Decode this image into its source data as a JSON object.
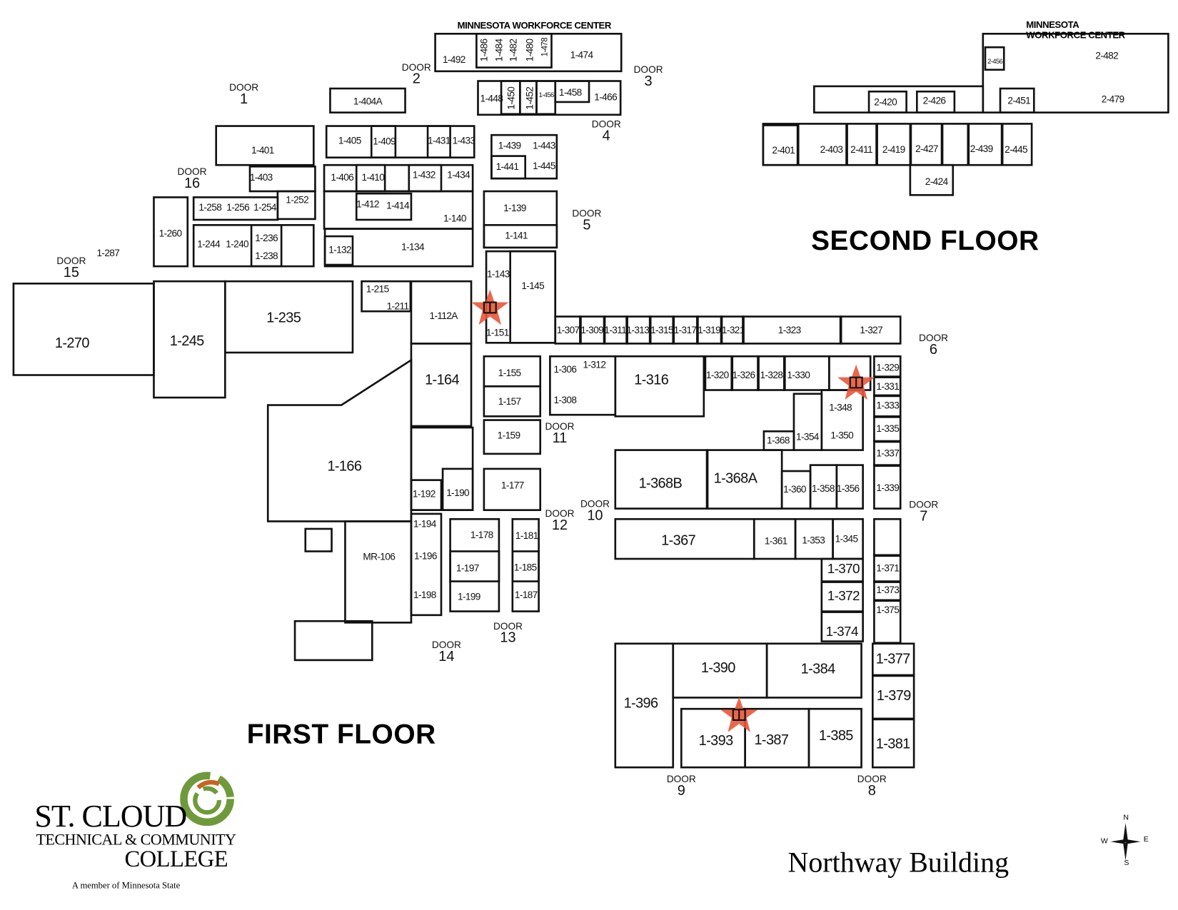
{
  "workforce_center_label": "MINNESOTA WORKFORCE CENTER",
  "first_floor": {
    "title": "FIRST FLOOR",
    "rooms": [
      "1-492",
      "1-486",
      "1-484",
      "1-482",
      "1-480",
      "1-478",
      "1-474",
      "1-448",
      "1-450",
      "1-452",
      "1-456",
      "1-458",
      "1-466",
      "1-404A",
      "1-401",
      "1-405",
      "1-409",
      "1-431",
      "1-433",
      "1-439",
      "1-443",
      "1-441",
      "1-445",
      "1-403",
      "1-252",
      "1-406",
      "1-410",
      "1-432",
      "1-434",
      "1-258",
      "1-256",
      "1-254",
      "1-260",
      "1-244",
      "1-240",
      "1-236",
      "1-238",
      "1-412",
      "1-414",
      "1-140",
      "1-132",
      "1-134",
      "1-139",
      "1-141",
      "1-143",
      "1-145",
      "1-287",
      "1-215",
      "1-211",
      "1-235",
      "1-245",
      "1-270",
      "1-112A",
      "1-151",
      "1-164",
      "1-166",
      "1-155",
      "1-157",
      "1-159",
      "1-177",
      "1-192",
      "1-190",
      "1-194",
      "1-196",
      "1-198",
      "1-178",
      "1-197",
      "1-199",
      "1-181",
      "1-185",
      "1-187",
      "MR-106",
      "1-306",
      "1-312",
      "1-308",
      "1-316",
      "1-307",
      "1-309",
      "1-311",
      "1-313",
      "1-315",
      "1-317",
      "1-319",
      "1-321",
      "1-323",
      "1-327",
      "1-320",
      "1-326",
      "1-328",
      "1-330",
      "1-329",
      "1-331",
      "1-333",
      "1-335",
      "1-337",
      "1-339",
      "1-348",
      "1-350",
      "1-354",
      "1-368",
      "1-368B",
      "1-368A",
      "1-360",
      "1-358",
      "1-356",
      "1-367",
      "1-361",
      "1-353",
      "1-345",
      "1-370",
      "1-372",
      "1-374",
      "1-371",
      "1-373",
      "1-375",
      "1-390",
      "1-384",
      "1-396",
      "1-393",
      "1-387",
      "1-385",
      "1-377",
      "1-379",
      "1-381"
    ],
    "doors": [
      {
        "label": "DOOR",
        "number": "1"
      },
      {
        "label": "DOOR",
        "number": "2"
      },
      {
        "label": "DOOR",
        "number": "3"
      },
      {
        "label": "DOOR",
        "number": "4"
      },
      {
        "label": "DOOR",
        "number": "5"
      },
      {
        "label": "DOOR",
        "number": "6"
      },
      {
        "label": "DOOR",
        "number": "7"
      },
      {
        "label": "DOOR",
        "number": "8"
      },
      {
        "label": "DOOR",
        "number": "9"
      },
      {
        "label": "DOOR",
        "number": "10"
      },
      {
        "label": "DOOR",
        "number": "11"
      },
      {
        "label": "DOOR",
        "number": "12"
      },
      {
        "label": "DOOR",
        "number": "13"
      },
      {
        "label": "DOOR",
        "number": "14"
      },
      {
        "label": "DOOR",
        "number": "15"
      },
      {
        "label": "DOOR",
        "number": "16"
      }
    ]
  },
  "second_floor": {
    "title": "SECOND FLOOR",
    "rooms": [
      "2-456",
      "2-482",
      "2-479",
      "2-451",
      "2-420",
      "2-426",
      "2-401",
      "2-403",
      "2-411",
      "2-419",
      "2-427",
      "2-439",
      "2-445",
      "2-424"
    ]
  },
  "building_name": "Northway Building",
  "logo": {
    "line1": "ST. CLOUD",
    "line2": "TECHNICAL & COMMUNITY",
    "line3": "COLLEGE",
    "tagline": "A member of Minnesota State",
    "colors": {
      "green": "#6e9a3c",
      "orange": "#c8641e"
    }
  },
  "compass": {
    "n": "N",
    "e": "E",
    "s": "S",
    "w": "W"
  },
  "marker": {
    "icon": "star-icon",
    "color": "#e8563a"
  }
}
